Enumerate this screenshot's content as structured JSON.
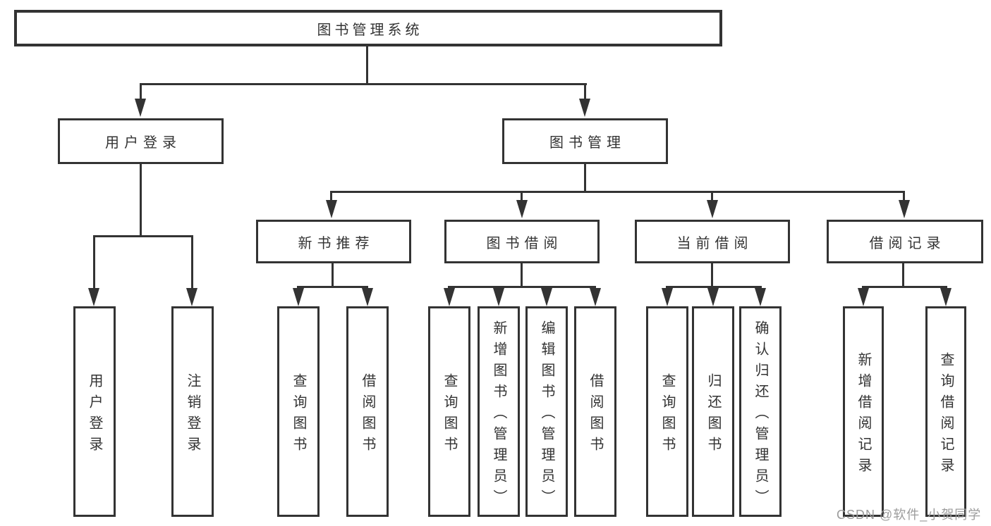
{
  "tree": {
    "root": {
      "label": "图书管理系统"
    },
    "level1": [
      {
        "label": "用户登录",
        "children": [
          {
            "label": "用户登录"
          },
          {
            "label": "注销登录"
          }
        ]
      },
      {
        "label": "图书管理",
        "children": [
          {
            "label": "新书推荐",
            "children": [
              {
                "label": "查询图书"
              },
              {
                "label": "借阅图书"
              }
            ]
          },
          {
            "label": "图书借阅",
            "children": [
              {
                "label": "查询图书"
              },
              {
                "label": "新增图书（管理员）"
              },
              {
                "label": "编辑图书（管理员）"
              },
              {
                "label": "借阅图书"
              }
            ]
          },
          {
            "label": "当前借阅",
            "children": [
              {
                "label": "查询图书"
              },
              {
                "label": "归还图书"
              },
              {
                "label": "确认归还（管理员）"
              }
            ]
          },
          {
            "label": "借阅记录",
            "children": [
              {
                "label": "新增借阅记录"
              },
              {
                "label": "查询借阅记录"
              }
            ]
          }
        ]
      }
    ]
  },
  "watermark": {
    "text": "CSDN @软件_小贺同学"
  },
  "colors": {
    "line": "#333333",
    "text": "#333333",
    "watermark": "#9c9c9c",
    "background": "#ffffff"
  }
}
